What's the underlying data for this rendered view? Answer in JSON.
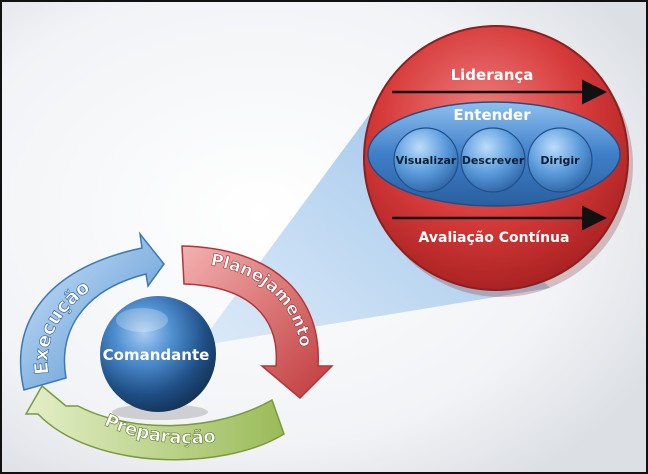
{
  "commander": "Comandante",
  "cycle": {
    "execution": "Execução",
    "planning": "Planejamento",
    "preparation": "Preparação"
  },
  "zoom": {
    "leadership": "Liderança",
    "understand": "Entender",
    "visualize": "Visualizar",
    "describe": "Descrever",
    "direct": "Dirigir",
    "assessment": "Avaliação Contínua"
  },
  "colors": {
    "execution": "#5b9bd5",
    "planning": "#d9534f",
    "preparation": "#9bbb59",
    "zoom_circle": "#d63a3a",
    "inner_oval": "#3f7fc9",
    "sphere": "#2f6aa8"
  }
}
